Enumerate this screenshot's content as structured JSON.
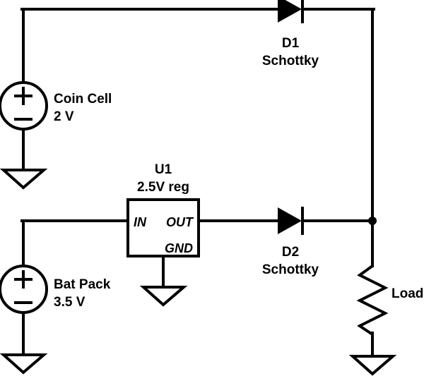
{
  "diagram": {
    "type": "circuit-schematic",
    "title_visible": false,
    "background_color": "#ffffff",
    "line_color": "#000000"
  },
  "components": {
    "coin_cell": {
      "symbol": "voltage-source-circle",
      "plus_glyph": "+",
      "minus_glyph": "−",
      "label_line1": "Coin Cell",
      "label_line2": "2 V"
    },
    "bat_pack": {
      "symbol": "voltage-source-circle",
      "plus_glyph": "+",
      "minus_glyph": "−",
      "label_line1": "Bat Pack",
      "label_line2": "3.5 V"
    },
    "regulator": {
      "symbol": "ic-block",
      "ref_des": "U1",
      "value": "2.5V reg",
      "pins": {
        "input": "IN",
        "output": "OUT",
        "ground": "GND"
      }
    },
    "diode_d1": {
      "symbol": "schottky-diode",
      "ref_des": "D1",
      "value": "Schottky"
    },
    "diode_d2": {
      "symbol": "schottky-diode",
      "ref_des": "D2",
      "value": "Schottky"
    },
    "load": {
      "symbol": "resistor-zigzag",
      "label": "Load"
    },
    "grounds": {
      "count": 4,
      "symbol": "ground-triangle"
    }
  }
}
